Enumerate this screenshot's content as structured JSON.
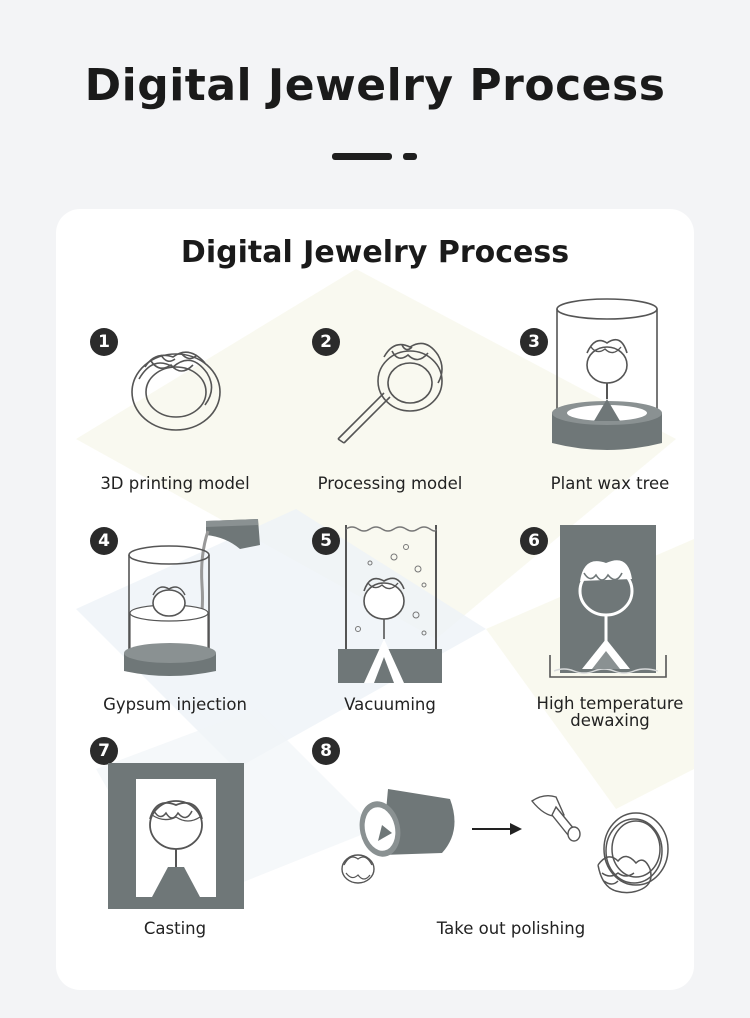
{
  "header": {
    "title": "Digital Jewelry Process"
  },
  "card": {
    "title": "Digital Jewelry Process",
    "steps": [
      {
        "number": "1",
        "label": "3D printing model"
      },
      {
        "number": "2",
        "label": "Processing model"
      },
      {
        "number": "3",
        "label": "Plant wax tree"
      },
      {
        "number": "4",
        "label": "Gypsum injection"
      },
      {
        "number": "5",
        "label": "Vacuuming"
      },
      {
        "number": "6",
        "label_line1": "High temperature",
        "label_line2": "dewaxing"
      },
      {
        "number": "7",
        "label": "Casting"
      },
      {
        "number": "8",
        "label": "Take out polishing"
      }
    ]
  },
  "colors": {
    "page_bg": "#f3f4f6",
    "card_bg": "#ffffff",
    "illustration_gray": "#6f7778",
    "badge": "#2b2b2b",
    "accent_yellow": "#f6f6e8"
  }
}
